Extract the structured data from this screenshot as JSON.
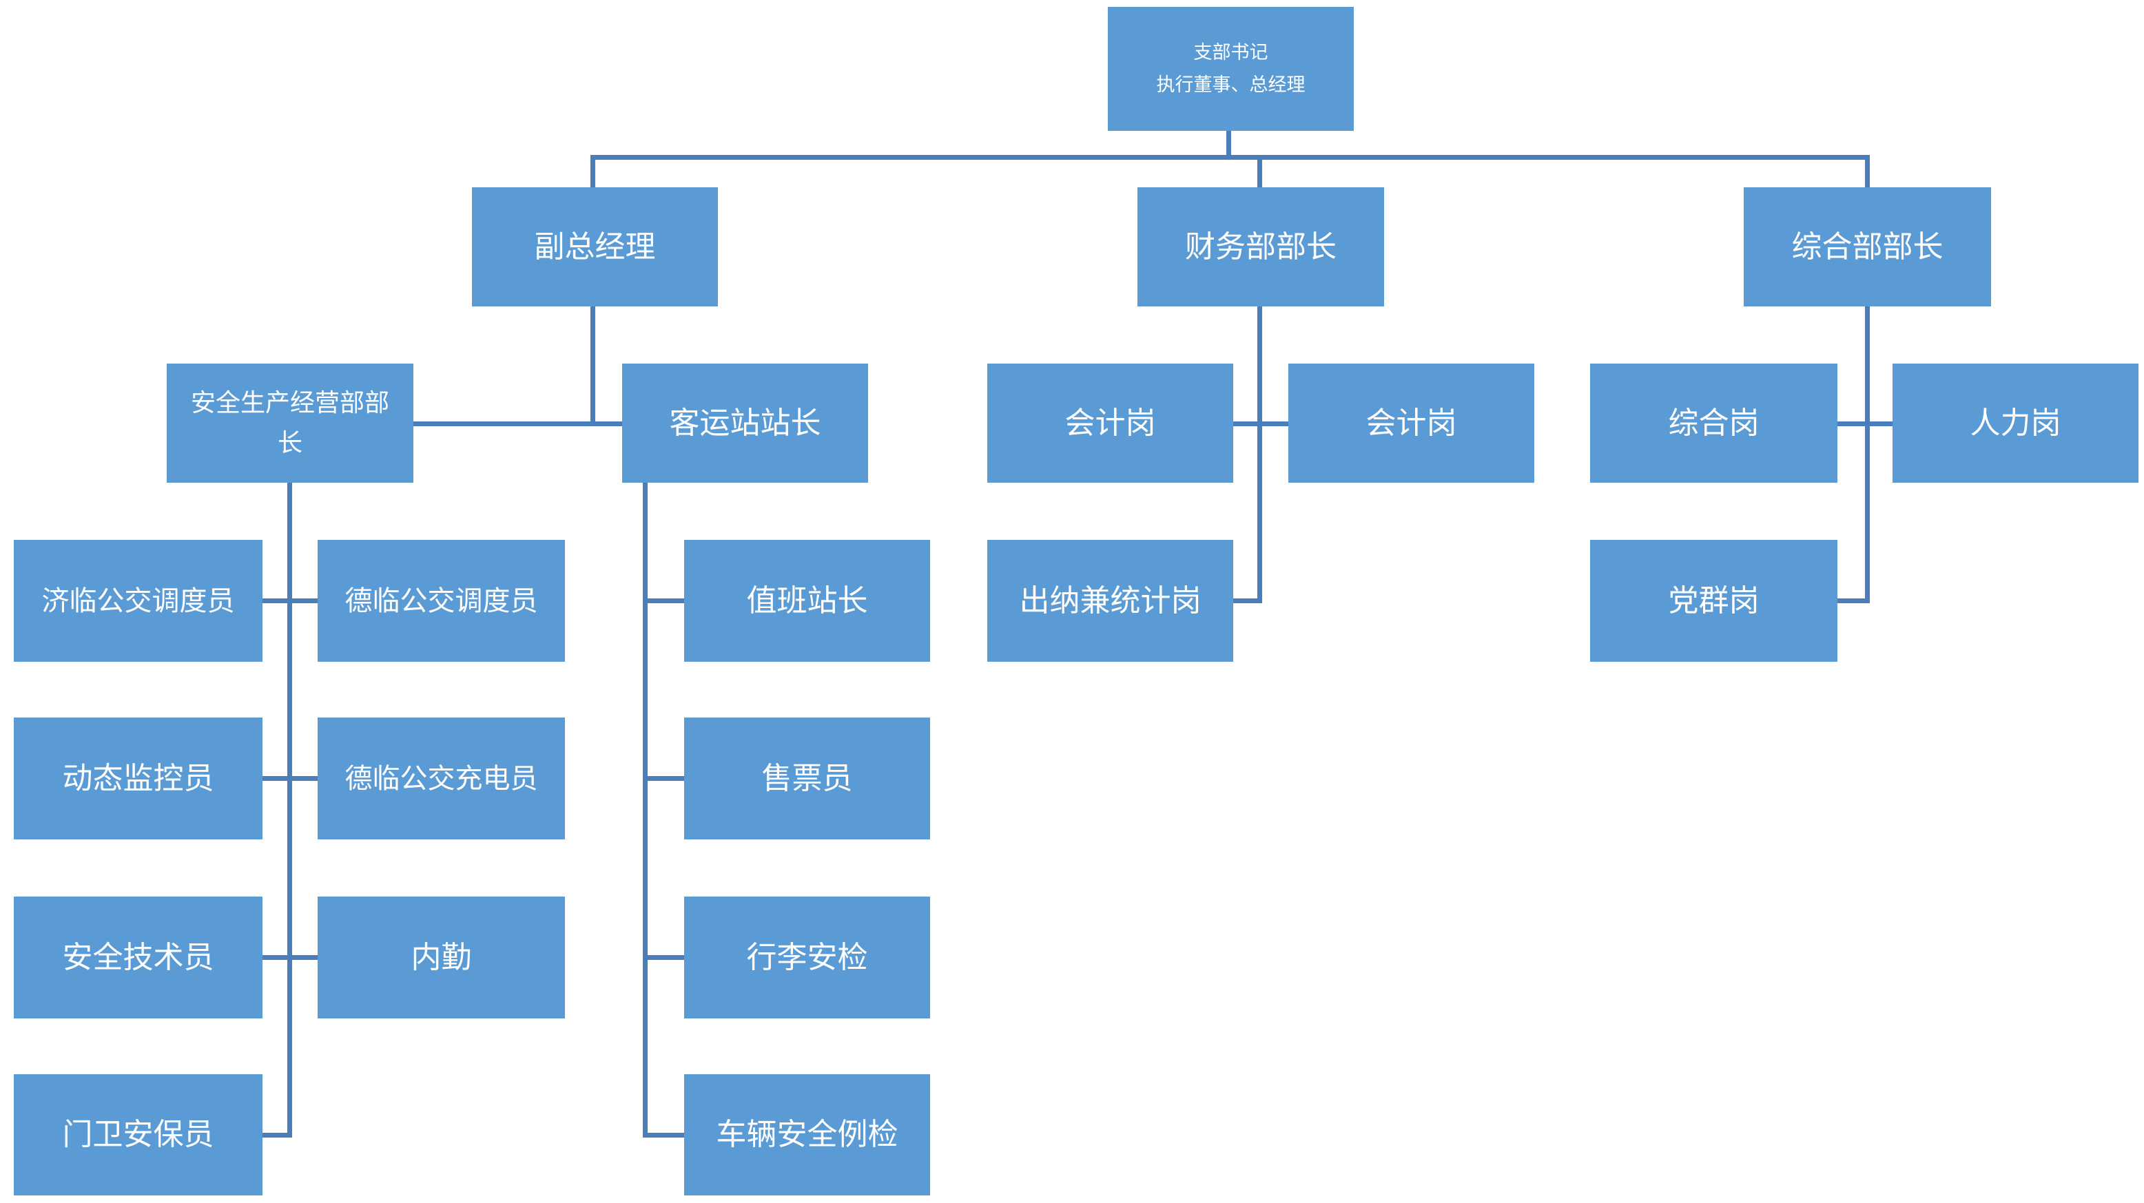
{
  "diagram": {
    "type": "org-chart",
    "colors": {
      "node_fill": "#5B9BD5",
      "connector": "#4A7EBB",
      "node_text": "#FFFFFF",
      "background": "#FFFFFF"
    },
    "nodes": {
      "root": {
        "label": "支部书记\n执行董事、总经理"
      },
      "vgm": {
        "label": "副总经理"
      },
      "finance": {
        "label": "财务部部长"
      },
      "general": {
        "label": "综合部部长"
      },
      "safety": {
        "label": "安全生产经营部部长"
      },
      "station": {
        "label": "客运站站长"
      },
      "acct1": {
        "label": "会计岗"
      },
      "acct2": {
        "label": "会计岗"
      },
      "zonghe": {
        "label": "综合岗"
      },
      "renli": {
        "label": "人力岗"
      },
      "jilin": {
        "label": "济临公交调度员"
      },
      "delin": {
        "label": "德临公交调度员"
      },
      "duty": {
        "label": "值班站长"
      },
      "cashier": {
        "label": "出纳兼统计岗"
      },
      "party": {
        "label": "党群岗"
      },
      "monitor": {
        "label": "动态监控员"
      },
      "charger": {
        "label": "德临公交充电员"
      },
      "ticket": {
        "label": "售票员"
      },
      "tech": {
        "label": "安全技术员"
      },
      "neiqin": {
        "label": "内勤"
      },
      "baggage": {
        "label": "行李安检"
      },
      "guard": {
        "label": "门卫安保员"
      },
      "vehicle": {
        "label": "车辆安全例检"
      }
    },
    "edges": [
      [
        "root",
        "vgm"
      ],
      [
        "root",
        "finance"
      ],
      [
        "root",
        "general"
      ],
      [
        "vgm",
        "safety"
      ],
      [
        "vgm",
        "station"
      ],
      [
        "safety",
        "jilin"
      ],
      [
        "safety",
        "delin"
      ],
      [
        "safety",
        "monitor"
      ],
      [
        "safety",
        "charger"
      ],
      [
        "safety",
        "tech"
      ],
      [
        "safety",
        "neiqin"
      ],
      [
        "safety",
        "guard"
      ],
      [
        "station",
        "duty"
      ],
      [
        "station",
        "ticket"
      ],
      [
        "station",
        "baggage"
      ],
      [
        "station",
        "vehicle"
      ],
      [
        "finance",
        "acct1"
      ],
      [
        "finance",
        "acct2"
      ],
      [
        "finance",
        "cashier"
      ],
      [
        "general",
        "zonghe"
      ],
      [
        "general",
        "renli"
      ],
      [
        "general",
        "party"
      ]
    ]
  }
}
